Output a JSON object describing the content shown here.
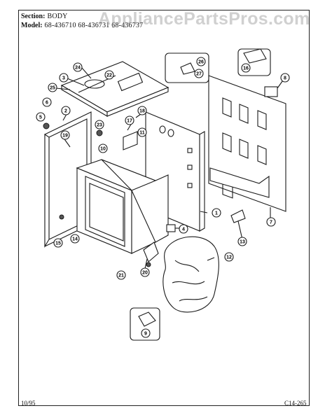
{
  "header": {
    "section_label": "Section:",
    "section_value": "BODY",
    "model_label": "Model:",
    "model_value": "68-436710  68-436731  68-436737"
  },
  "watermark": "AppliancePartsPros.com",
  "footer": {
    "date": "10/95",
    "code": "C14-265"
  },
  "callouts": [
    "1",
    "2",
    "3",
    "4",
    "5",
    "6",
    "7",
    "8",
    "9",
    "10",
    "11",
    "12",
    "13",
    "14",
    "15",
    "16",
    "17",
    "18",
    "19",
    "20",
    "21",
    "22",
    "23",
    "24",
    "25",
    "26",
    "27"
  ]
}
